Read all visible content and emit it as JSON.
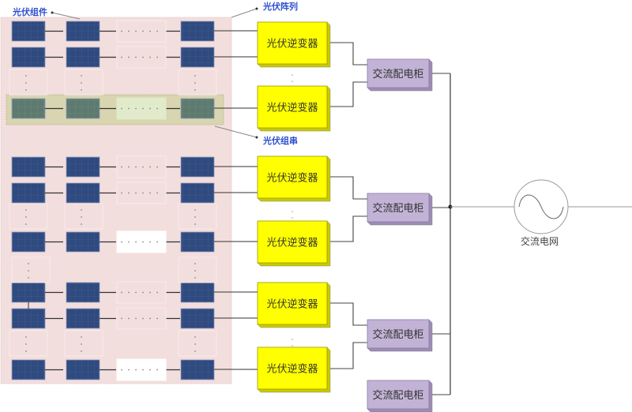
{
  "labels": {
    "module": "光伏组件",
    "array": "光伏阵列",
    "string": "光伏组串",
    "grid": "交流电网"
  },
  "inverter_label": "光伏逆变器",
  "cabinet_label": "交流配电柜",
  "colors": {
    "array_bg": "#f3dede",
    "string_highlight": "#d8d5b0",
    "panel": "#2f4a7e",
    "panel_highlight": "#5f7a70",
    "inverter": "#ffff00",
    "cabinet": "#c2b3d6",
    "label_blue": "#2e4fd0"
  },
  "groups": [
    {
      "inverters": 2,
      "cabinet": "交流配电柜"
    },
    {
      "inverters": 2,
      "cabinet": "交流配电柜"
    },
    {
      "inverters": 2,
      "cabinet": "交流配电柜"
    },
    {
      "inverters": 0,
      "cabinet": "交流配电柜"
    }
  ]
}
